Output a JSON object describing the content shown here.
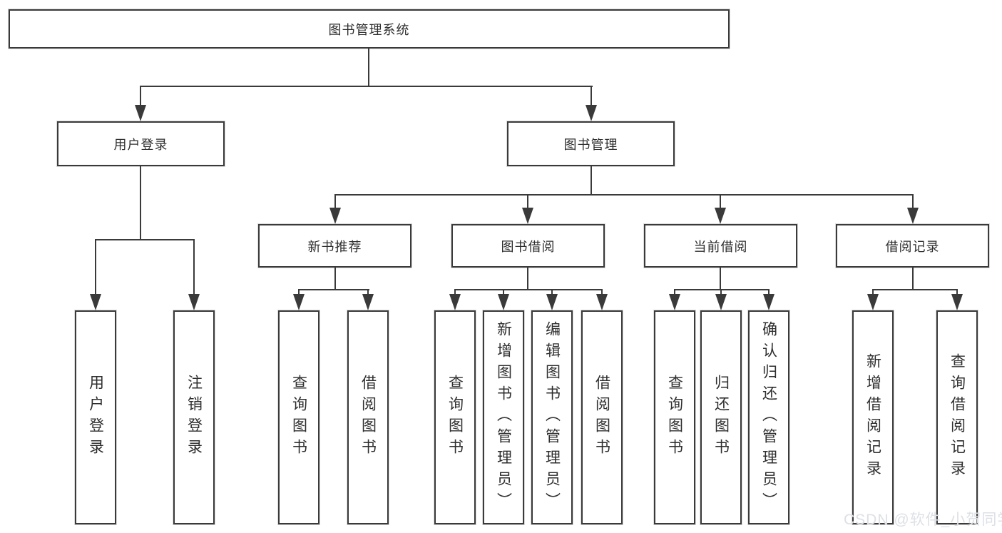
{
  "diagram": {
    "root": {
      "label": "图书管理系统"
    },
    "level2": [
      {
        "label": "用户登录"
      },
      {
        "label": "图书管理"
      }
    ],
    "level3": [
      {
        "label": "新书推荐"
      },
      {
        "label": "图书借阅"
      },
      {
        "label": "当前借阅"
      },
      {
        "label": "借阅记录"
      }
    ],
    "leaves": {
      "user_login": [
        "用户登录",
        "注销登录"
      ],
      "new_book_recommendation": [
        "查询图书",
        "借阅图书"
      ],
      "book_borrowing": [
        "查询图书",
        "新增图书（管理员）",
        "编辑图书（管理员）",
        "借阅图书"
      ],
      "current_borrowing": [
        "查询图书",
        "归还图书",
        "确认归还（管理员）"
      ],
      "borrowing_records": [
        "新增借阅记录",
        "查询借阅记录"
      ]
    }
  },
  "watermark": {
    "text": "CSDN @软件_小贺同学"
  },
  "colors": {
    "line": "#3a3a3a",
    "text": "#2e2e2e",
    "background": "#ffffff",
    "watermark": "#dde0e6"
  }
}
